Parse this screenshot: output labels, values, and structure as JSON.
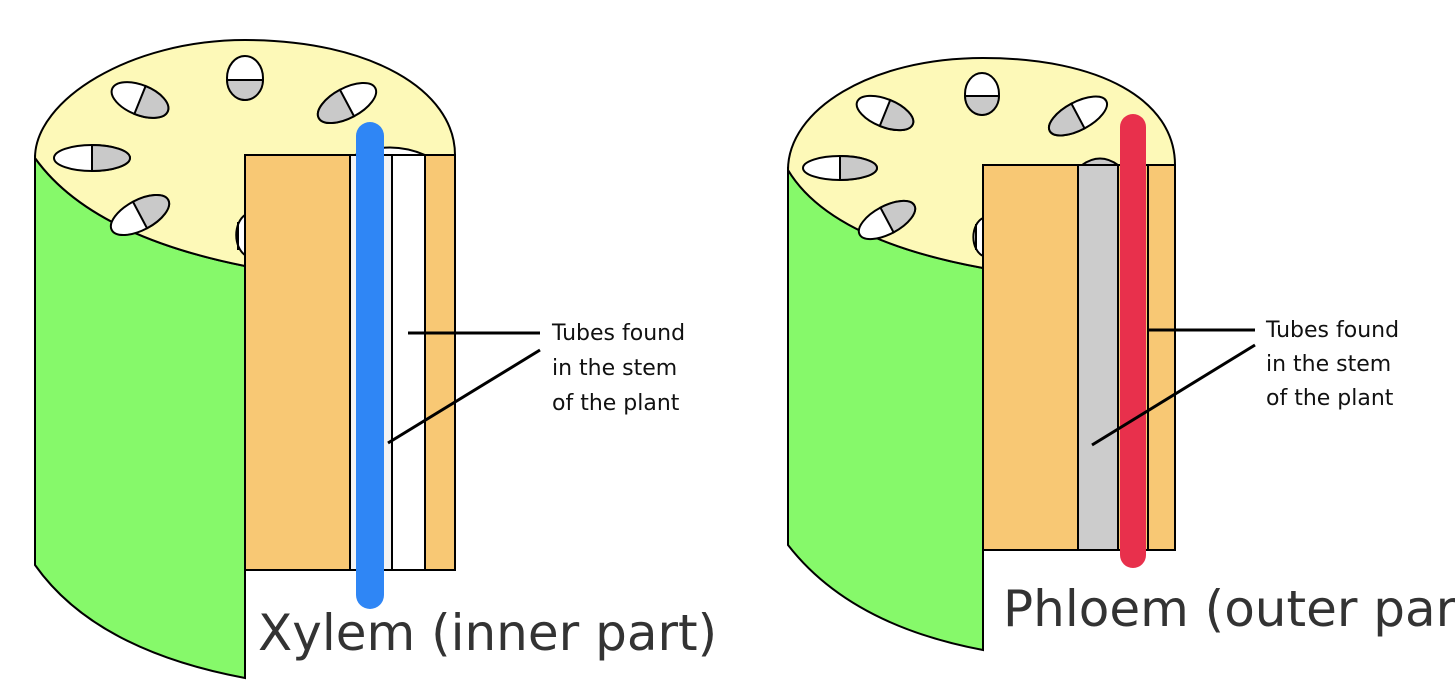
{
  "diagrams": [
    {
      "callout": [
        "Tubes found",
        "in the stem",
        "of the plant"
      ],
      "caption": "Xylem (inner part)",
      "tube_color": "#2f86f5"
    },
    {
      "callout": [
        "Tubes found",
        "in the stem",
        "of the plant"
      ],
      "caption": "Phloem (outer part)",
      "tube_color": "#e8304c"
    }
  ],
  "colors": {
    "bark": "#86f96a",
    "top": "#fdf9b8",
    "cortex": "#f8c874",
    "pith_white": "#ffffff",
    "pith_grey": "#cccccc",
    "bundle_fill": "#c9c9c9"
  }
}
